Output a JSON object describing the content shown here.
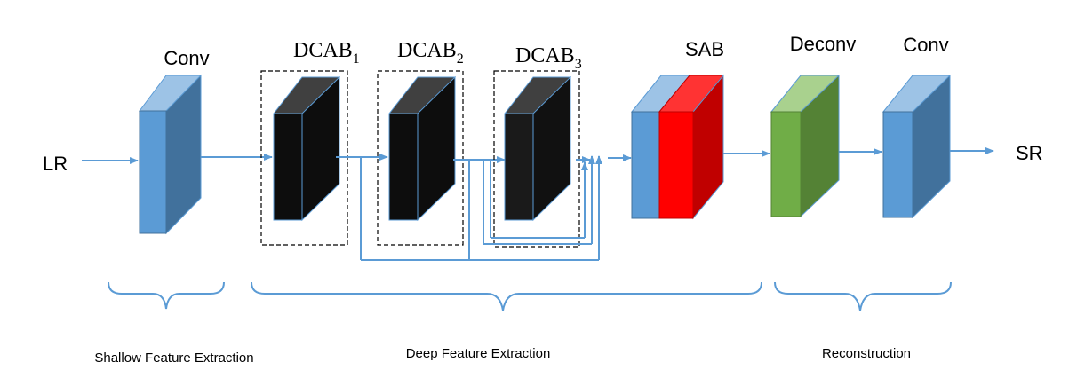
{
  "input_label": "LR",
  "output_label": "SR",
  "blocks": {
    "conv1": "Conv",
    "dcab": [
      {
        "base": "DCAB",
        "sub": "1"
      },
      {
        "base": "DCAB",
        "sub": "2"
      },
      {
        "base": "DCAB",
        "sub": "3"
      }
    ],
    "sab": "SAB",
    "deconv": "Deconv",
    "conv2": "Conv"
  },
  "stages": {
    "shallow": "Shallow Feature Extraction",
    "deep": "Deep Feature Extraction",
    "reconstruction": "Reconstruction"
  },
  "colors": {
    "conv_front": "#5b9bd5",
    "conv_top": "#9dc3e6",
    "conv_side": "#41719c",
    "dcab_front": "#0d0d0d",
    "dcab_top": "#404040",
    "sab_red": "#ff0000",
    "sab_red_side": "#c00000",
    "deconv_front": "#70ad47",
    "deconv_top": "#a9d18e",
    "deconv_side": "#548235",
    "arrow": "#5b9bd5"
  }
}
